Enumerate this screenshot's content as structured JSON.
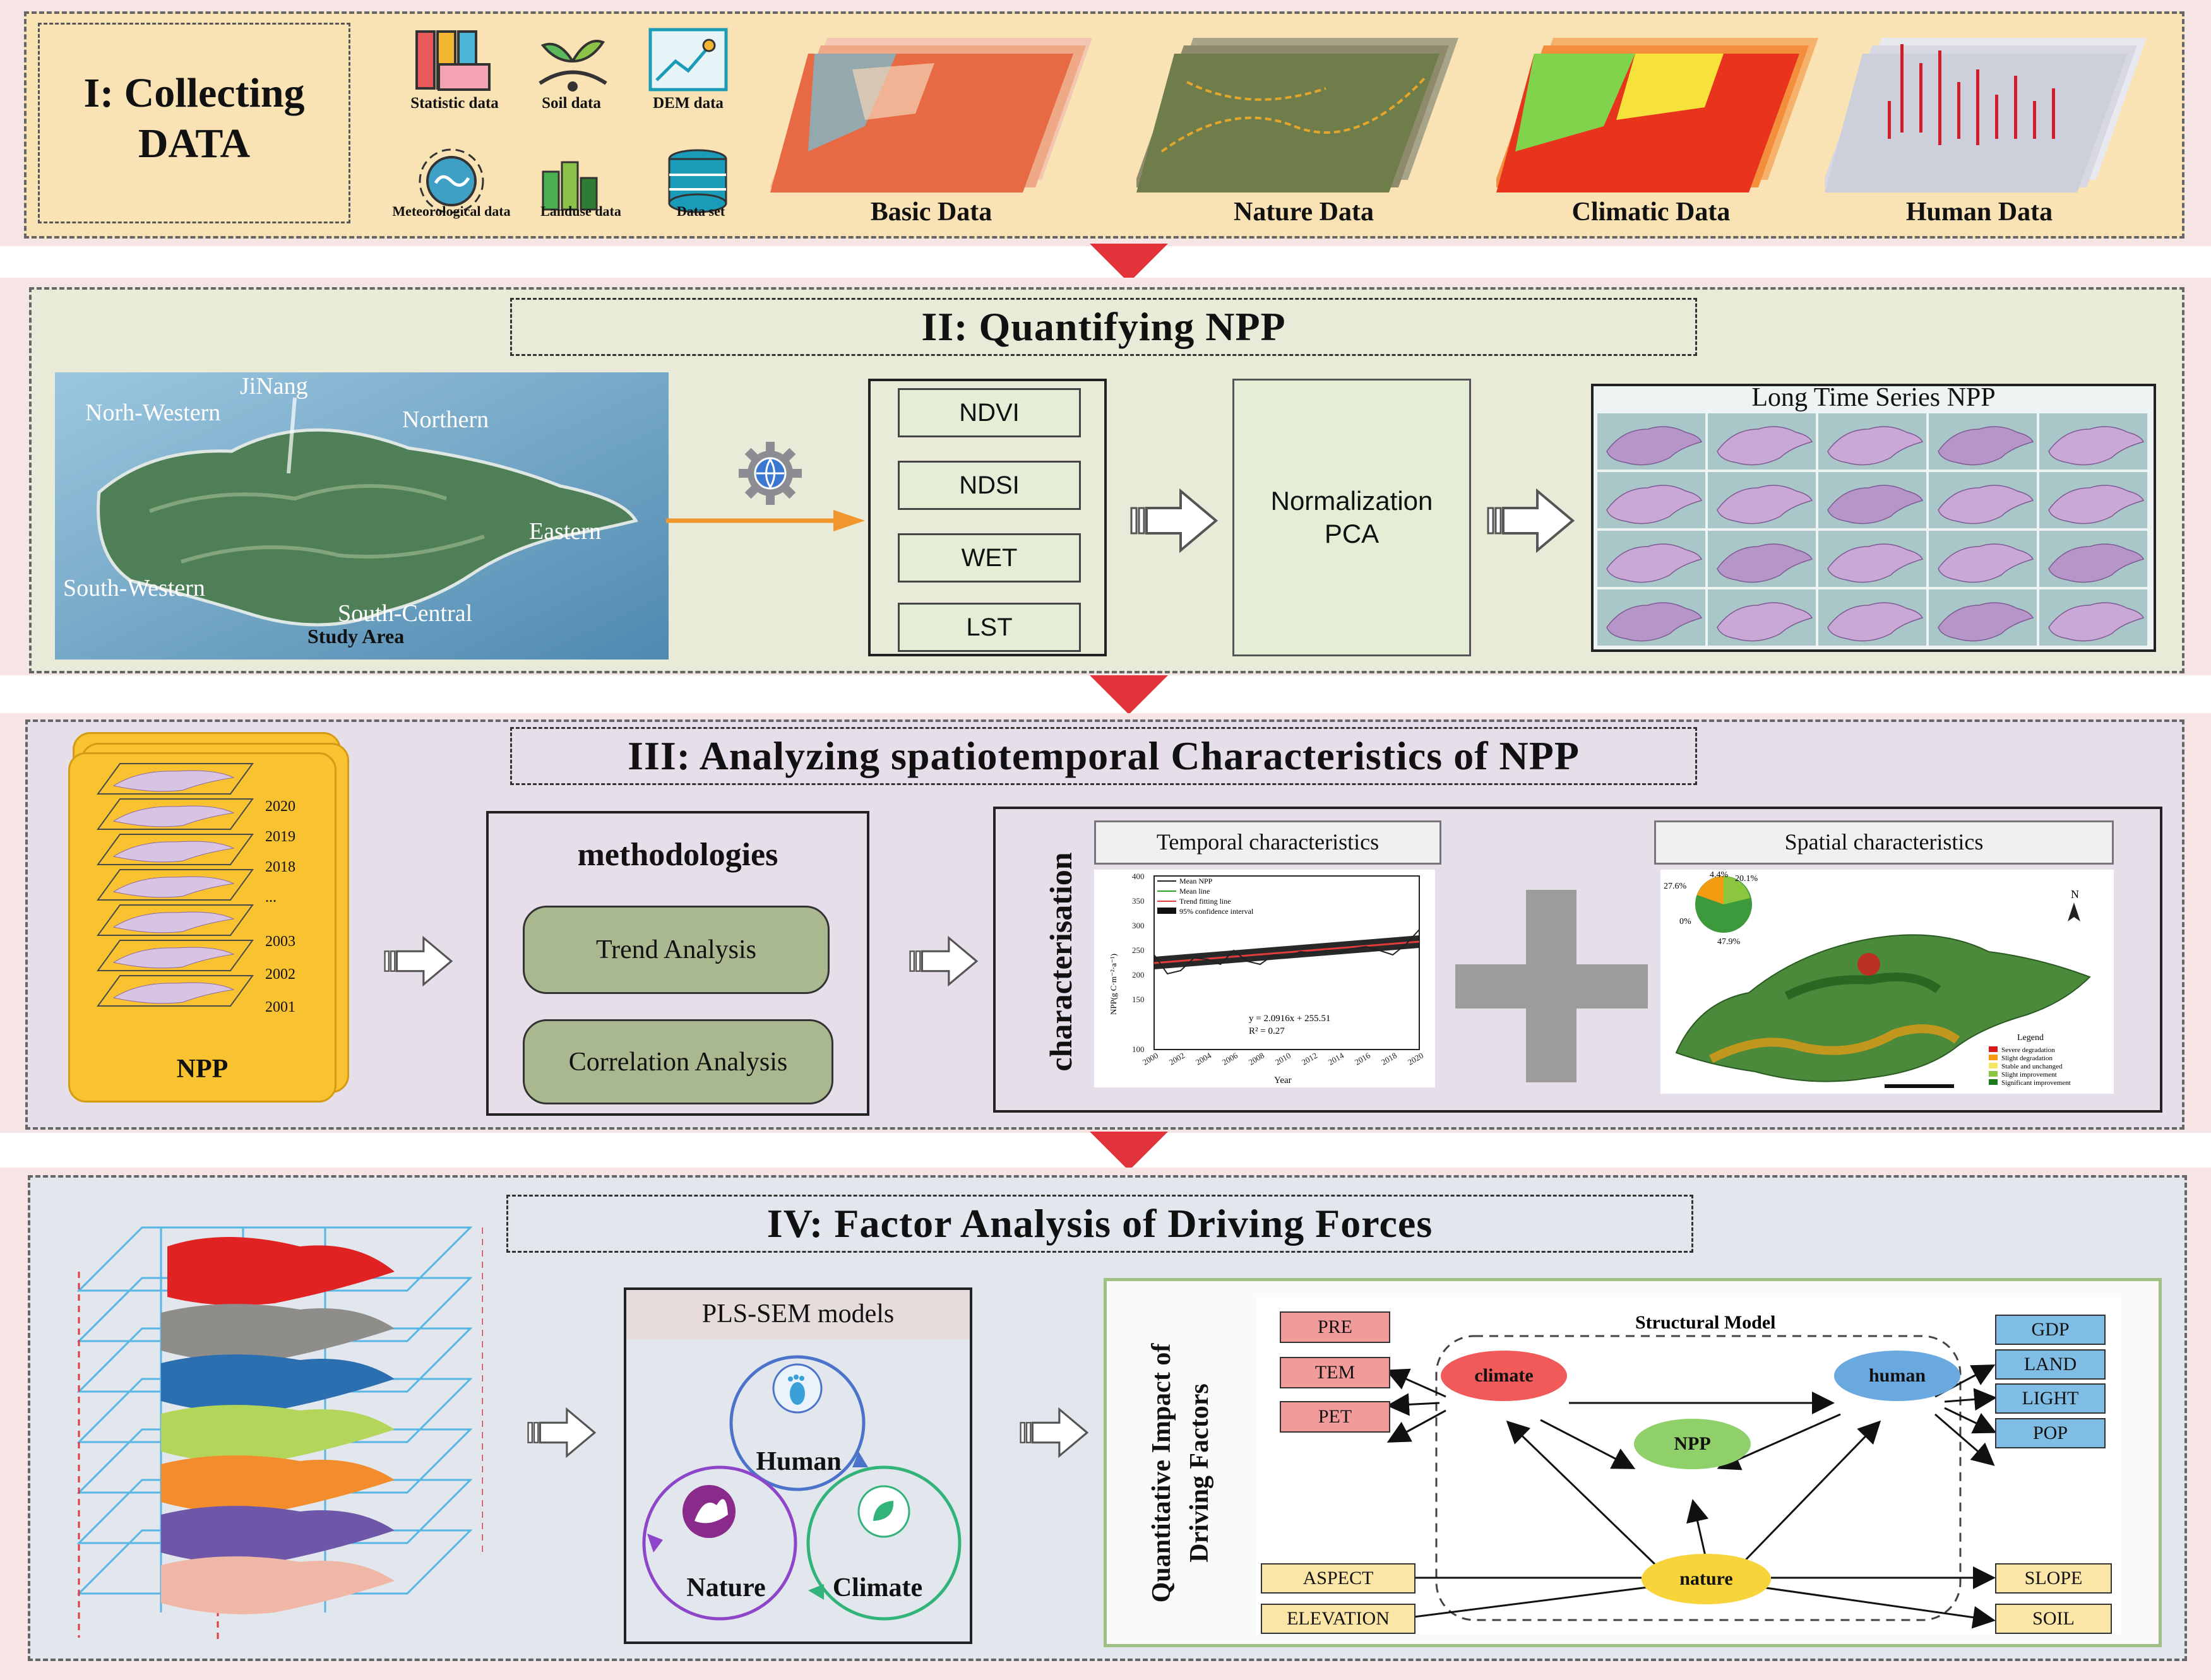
{
  "section1": {
    "title_line1": "I: Collecting",
    "title_line2": "DATA",
    "icons": [
      {
        "label": "Statistic data",
        "icon": "statistic-icon"
      },
      {
        "label": "Soil data",
        "icon": "soil-icon"
      },
      {
        "label": "DEM data",
        "icon": "dem-icon"
      },
      {
        "label": "Meteorological data",
        "icon": "meteorological-icon"
      },
      {
        "label": "Landuse data",
        "icon": "landuse-icon"
      },
      {
        "label": "Data set",
        "icon": "dataset-icon"
      }
    ],
    "stacks": [
      "Basic Data",
      "Nature Data",
      "Climatic Data",
      "Human Data"
    ]
  },
  "section2": {
    "title": "II: Quantifying NPP",
    "regions": [
      "JiNang",
      "Norh-Western",
      "Northern",
      "Eastern",
      "South-Western",
      "South-Central"
    ],
    "study_area": "Study Area",
    "indices": [
      "NDVI",
      "NDSI",
      "WET",
      "LST"
    ],
    "method_line1": "Normalization",
    "method_line2": "PCA",
    "series_title": "Long Time Series NPP"
  },
  "section3": {
    "title": "III: Analyzing  spatiotemporal Characteristics of NPP",
    "years": [
      "2020",
      "2019",
      "2018",
      "...",
      "2003",
      "2002",
      "2001"
    ],
    "npp_label": "NPP",
    "methodologies_title": "methodologies",
    "methods": [
      "Trend Analysis",
      "Correlation Analysis"
    ],
    "characterisation": "characterisation",
    "temporal_title": "Temporal characteristics",
    "spatial_title": "Spatial characteristics",
    "temporal_legend": [
      "Mean NPP",
      "Mean line",
      "Trend fitting line",
      "95% confidence interval"
    ],
    "equation": "y = 2.0916x + 255.51",
    "r2": "R² = 0.27",
    "xlabel": "Year",
    "ylabel": "NPP(g C·m⁻²·a⁻¹)",
    "y_ticks": [
      "400",
      "350",
      "300",
      "250",
      "200",
      "150",
      "100"
    ],
    "x_ticks": [
      "2000",
      "2002",
      "2004",
      "2006",
      "2008",
      "2010",
      "2012",
      "2014",
      "2016",
      "2018",
      "2020"
    ],
    "pie_labels": [
      "4.4%",
      "20.1%",
      "27.6%",
      "0%",
      "47.9%"
    ],
    "north": "N",
    "legend_title": "Legend",
    "legend_items": [
      {
        "label": "Severe degradation",
        "color": "#d7191c"
      },
      {
        "label": "Slight degradation",
        "color": "#f39c12"
      },
      {
        "label": "Stable and unchanged",
        "color": "#f5e663"
      },
      {
        "label": "Slight improvement",
        "color": "#8cc63f"
      },
      {
        "label": "Significant improvement",
        "color": "#1a7a1a"
      }
    ]
  },
  "section4": {
    "title": "IV: Factor Analysis of Driving Forces",
    "plssem_title": "PLS-SEM models",
    "cycle": [
      "Human",
      "Nature",
      "Climate"
    ],
    "impact_line1": "Quantitative Impact of",
    "impact_line2": "Driving Factors",
    "structural_title": "Structural Model",
    "nodes": {
      "climate": "climate",
      "human": "human",
      "npp": "NPP",
      "nature": "nature"
    },
    "climate_factors": [
      "PRE",
      "TEM",
      "PET"
    ],
    "human_factors": [
      "GDP",
      "LAND",
      "LIGHT",
      "POP"
    ],
    "nature_left": [
      "ASPECT",
      "ELEVATION"
    ],
    "nature_right": [
      "SLOPE",
      "SOIL"
    ]
  }
}
